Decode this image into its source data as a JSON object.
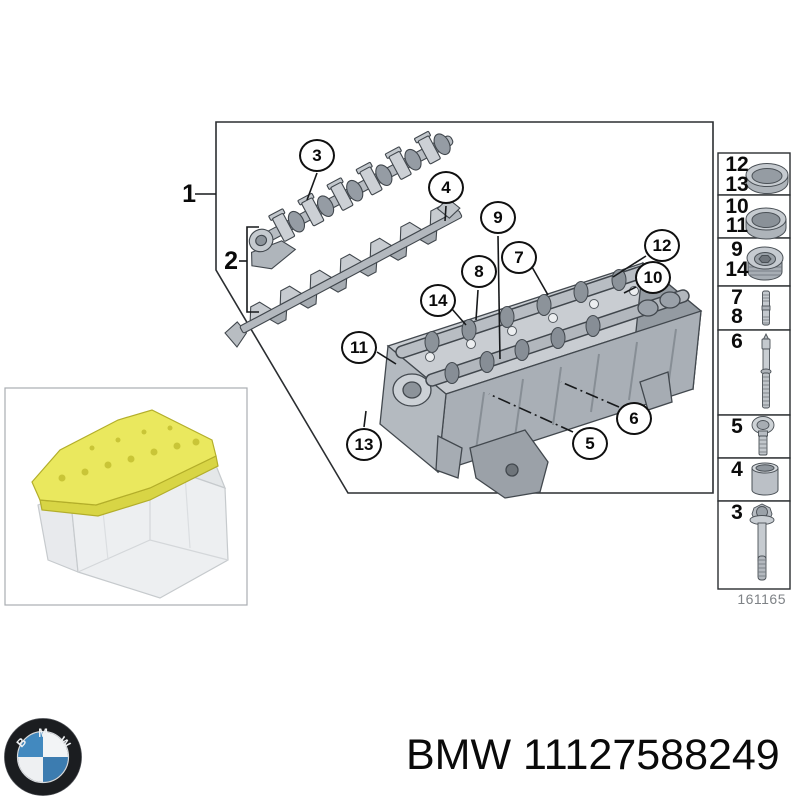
{
  "main_diagram": {
    "labels": [
      {
        "text": "1"
      },
      {
        "text": "2"
      }
    ],
    "callouts": [
      {
        "num": "3"
      },
      {
        "num": "4"
      },
      {
        "num": "9"
      },
      {
        "num": "7"
      },
      {
        "num": "8"
      },
      {
        "num": "14"
      },
      {
        "num": "12"
      },
      {
        "num": "10"
      },
      {
        "num": "11"
      },
      {
        "num": "13"
      },
      {
        "num": "6"
      },
      {
        "num": "5"
      }
    ]
  },
  "sidebar": {
    "cells": [
      {
        "labels": [
          "12",
          "13"
        ],
        "part_icon": "cup-plug"
      },
      {
        "labels": [
          "10",
          "11"
        ],
        "part_icon": "cap-plug"
      },
      {
        "labels": [
          "9",
          "14"
        ],
        "part_icon": "screw-plug"
      },
      {
        "labels": [
          "7",
          "8"
        ],
        "part_icon": "short-stud"
      },
      {
        "labels": [
          "6"
        ],
        "part_icon": "long-stud"
      },
      {
        "labels": [
          "5"
        ],
        "part_icon": "pan-head-screw"
      },
      {
        "labels": [
          "4"
        ],
        "part_icon": "dowel-sleeve"
      },
      {
        "labels": [
          "3"
        ],
        "part_icon": "cylinder-head-bolt"
      }
    ],
    "drawing_number": "161165"
  },
  "footer": {
    "brand": "BMW",
    "part_number": "11127588249",
    "separator": " ",
    "logo": {
      "letters": [
        "B",
        "M",
        "W"
      ]
    }
  },
  "colors": {
    "highlight_yellow": "#e9e85a",
    "logo_blue": "#4289bf",
    "line_black": "#17191b",
    "sheet_number_gray": "#7e8286"
  }
}
